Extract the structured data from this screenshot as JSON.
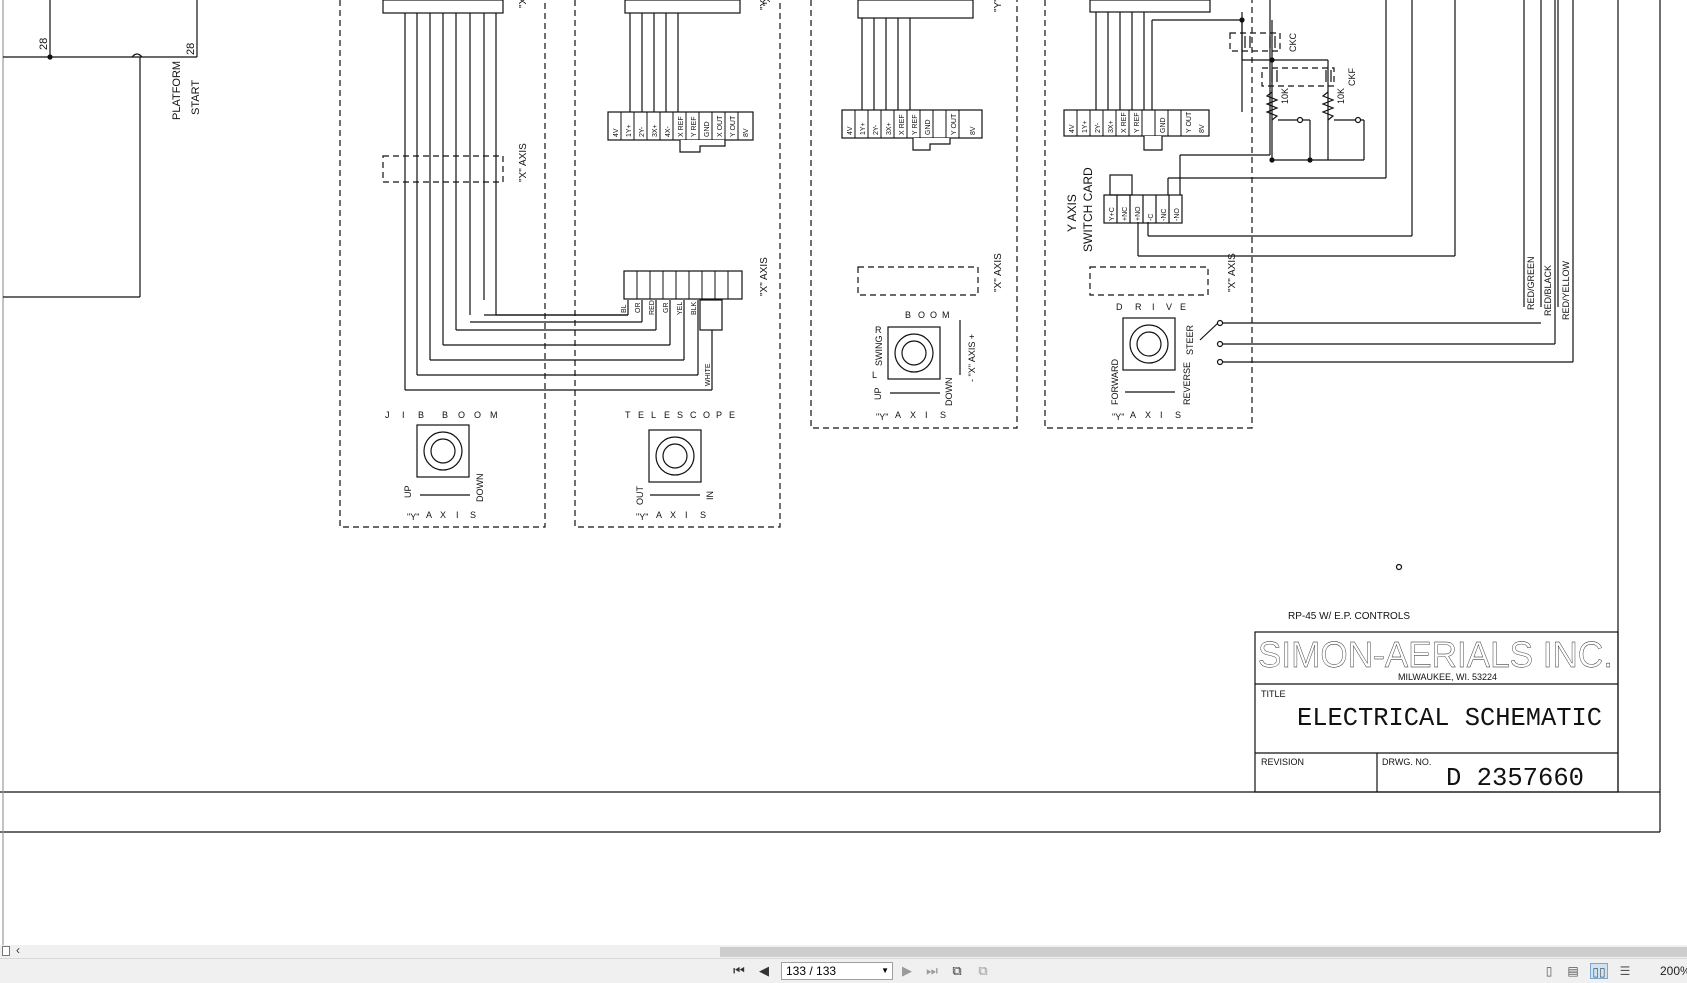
{
  "schematic": {
    "left_labels": {
      "wire_a": "28",
      "wire_b": "28",
      "platform": "PLATFORM",
      "start": "START"
    },
    "connector_pins": {
      "a": [
        "4V",
        "1Y+",
        "2Y-",
        "3X+",
        "4X-",
        "X REF",
        "Y REF",
        "GND",
        "X OUT",
        "Y OUT",
        "8V"
      ],
      "b": [
        "4V",
        "1Y+",
        "2Y-",
        "3X+",
        "X REF",
        "Y REF",
        "GND",
        "Y OUT",
        "8V"
      ],
      "c": [
        "4V",
        "1Y+",
        "2Y-",
        "3X+",
        "X REF",
        "Y REF",
        "GND",
        "Y OUT",
        "8V"
      ]
    },
    "axis_labels": {
      "x_axis": "\"X\" AXIS",
      "y_axis": "\"Y\" AXIS"
    },
    "wire_colors_mid": [
      "BL",
      "OR",
      "RED",
      "GR",
      "YEL",
      "BLK",
      "WHITE"
    ],
    "joystick_jib": {
      "letters": [
        "J",
        "I",
        "B",
        "B",
        "O",
        "O",
        "M"
      ],
      "up": "UP",
      "down": "DOWN",
      "axis_letters": [
        "\"Y\"",
        "A",
        "X",
        "I",
        "S"
      ]
    },
    "joystick_tele": {
      "letters": [
        "T",
        "E",
        "L",
        "E",
        "S",
        "C",
        "O",
        "P",
        "E"
      ],
      "out": "OUT",
      "in": "IN",
      "axis_letters": [
        "\"Y\"",
        "A",
        "X",
        "I",
        "S"
      ]
    },
    "joystick_swing": {
      "letters": [
        "R",
        "B",
        "O",
        "O",
        "M"
      ],
      "swing": "SWING",
      "left": "L",
      "up": "UP",
      "down": "DOWN",
      "x_axis": "- \"X\" AXIS +",
      "axis_letters": [
        "\"Y\"",
        "A",
        "X",
        "I",
        "S"
      ]
    },
    "joystick_drive": {
      "letters": [
        "D",
        "R",
        "I",
        "V",
        "E"
      ],
      "forward": "FORWARD",
      "reverse": "REVERSE",
      "steer": "STEER",
      "axis_letters": [
        "\"Y\"",
        "A",
        "X",
        "I",
        "S"
      ]
    },
    "switch_card": {
      "line1": "Y AXIS",
      "line2": "SWITCH CARD",
      "pins": [
        "Y+C",
        "+NC",
        "+NO",
        "-C",
        "-NC",
        "-NO"
      ]
    },
    "resistors": {
      "r1": "10K",
      "r2": "10K",
      "cap1": "CKC",
      "cap2": "CKF"
    },
    "wire_colors_right": [
      "RED/GREEN",
      "RED/BLACK",
      "RED/YELLOW"
    ]
  },
  "title_block": {
    "note": "RP-45 W/ E.P. CONTROLS",
    "company": "SIMON-AERIALS INC.",
    "address": "MILWAUKEE, WI. 53224",
    "title_label": "TITLE",
    "title": "ELECTRICAL SCHEMATIC",
    "revision_label": "REVISION",
    "drawing_no_label": "DRWG. NO.",
    "drawing_no": "D 2357660"
  },
  "toolbar": {
    "first_icon": "first-page-icon",
    "prev_icon": "previous-page-icon",
    "page_display": "133 / 133",
    "next_icon": "next-page-icon",
    "last_icon": "last-page-icon",
    "zoom": "200%"
  },
  "colors": {
    "ui_bg": "#f0f0f0",
    "scroll_thumb": "#cdcdcd",
    "ink": "#111111"
  }
}
